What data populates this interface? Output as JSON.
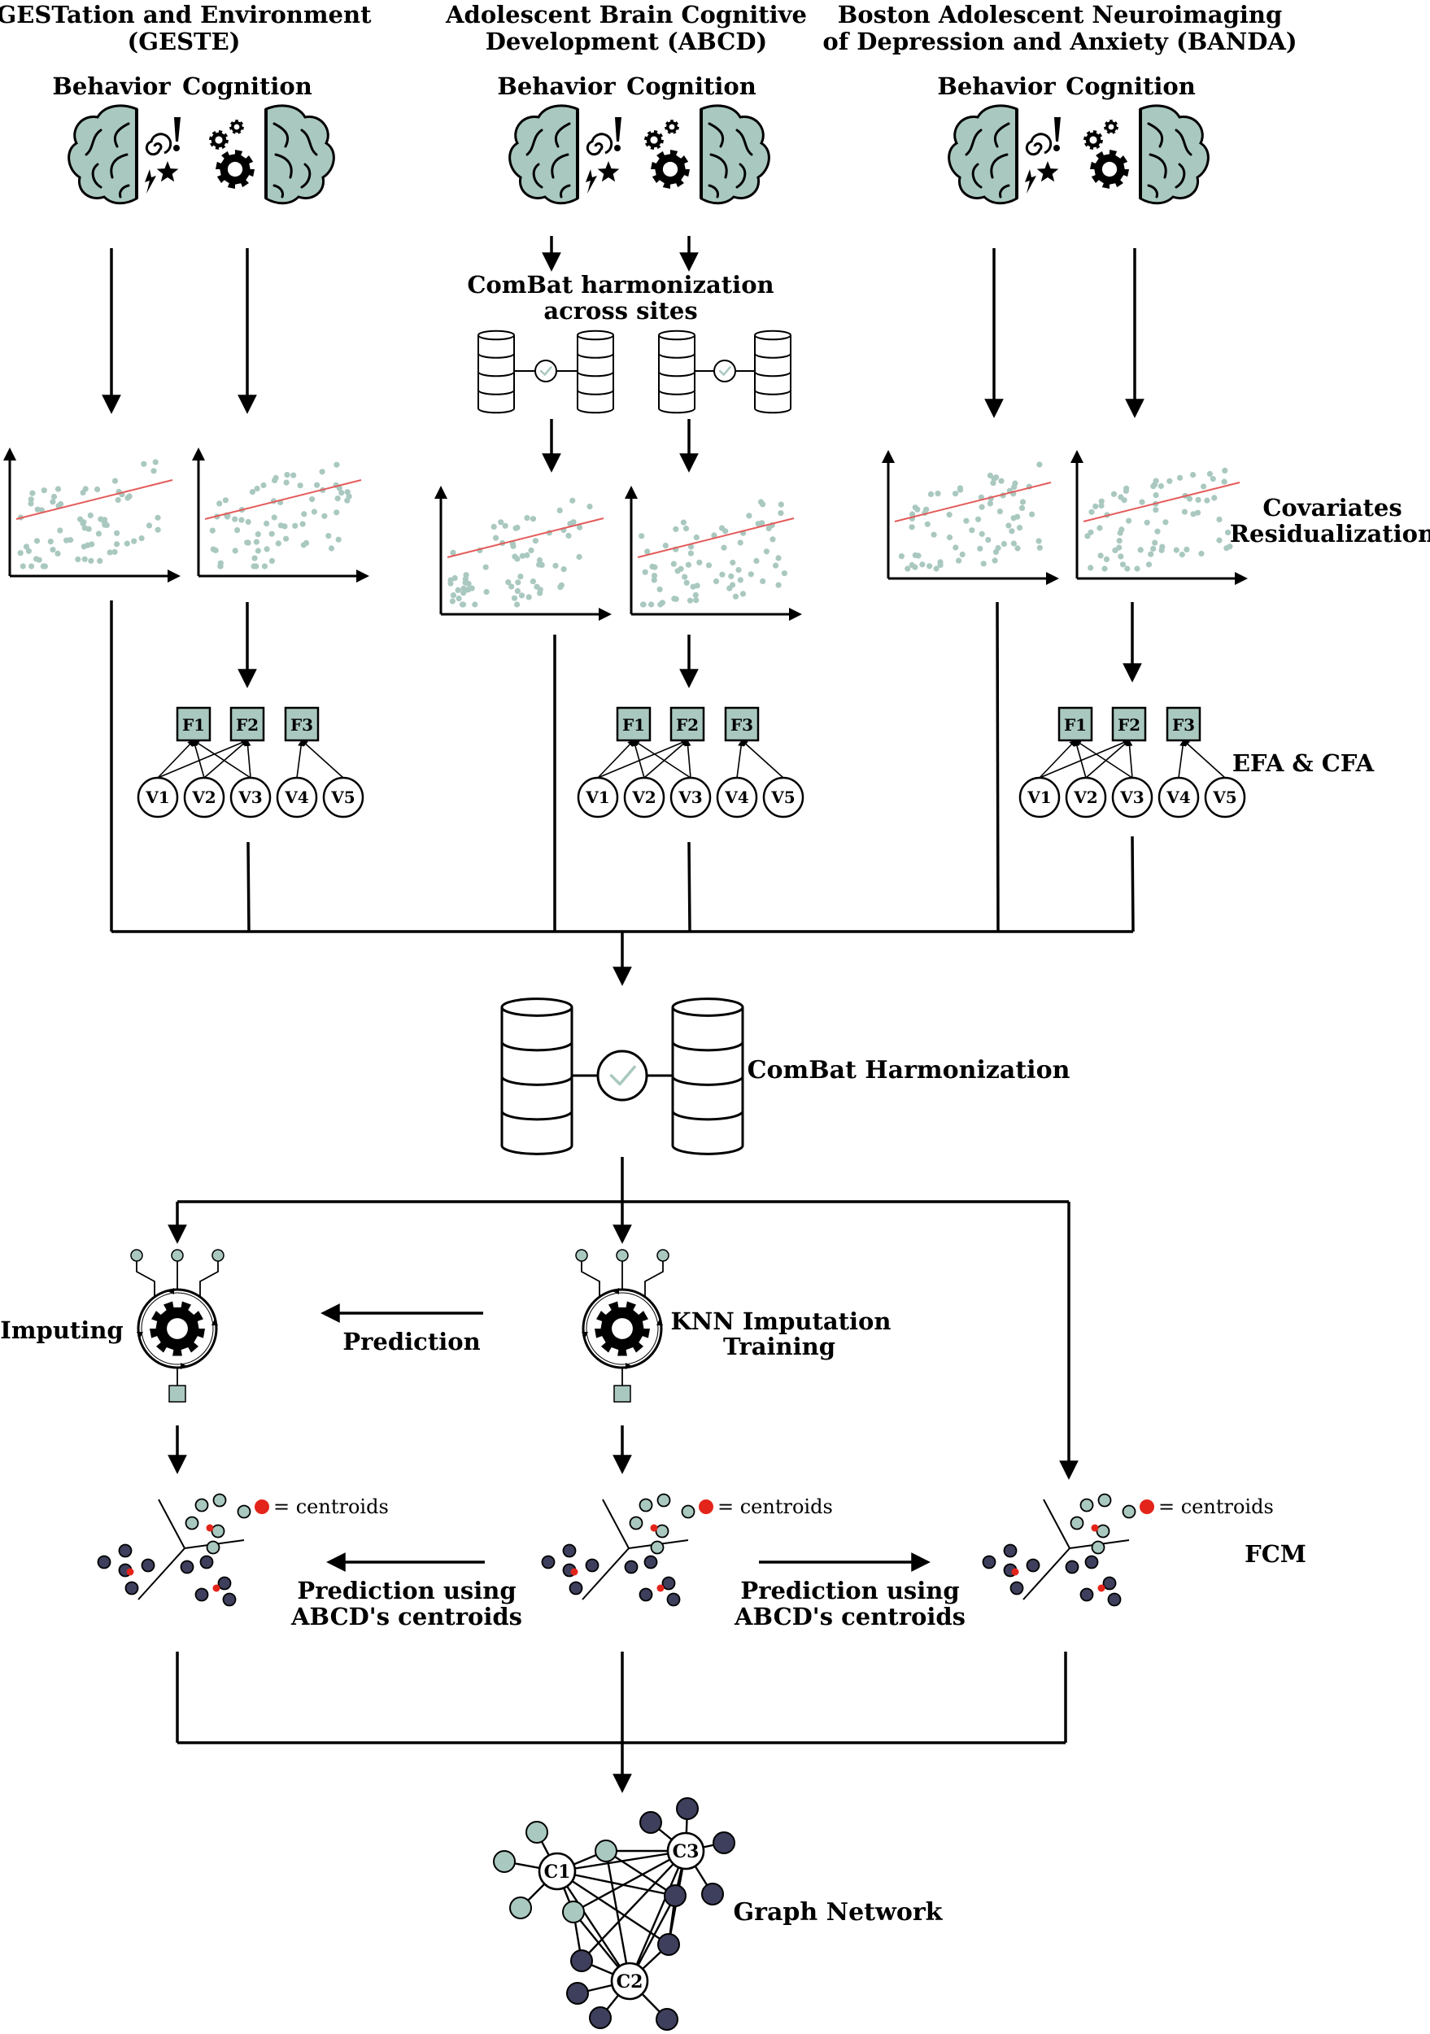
{
  "studies": [
    {
      "title_line1": "GESTation and Environment",
      "title_line2": "(GESTE)",
      "behavior": "Behavior",
      "cognition": "Cognition"
    },
    {
      "title_line1": "Adolescent Brain Cognitive",
      "title_line2": "Development (ABCD)",
      "behavior": "Behavior",
      "cognition": "Cognition"
    },
    {
      "title_line1": "Boston Adolescent Neuroimaging",
      "title_line2": "of Depression and Anxiety (BANDA)",
      "behavior": "Behavior",
      "cognition": "Cognition"
    }
  ],
  "combat_sites": {
    "line1": "ComBat harmonization",
    "line2": "across sites"
  },
  "covariates": {
    "line1": "Covariates",
    "line2": "Residualization"
  },
  "efa_cfa": "EFA & CFA",
  "factors": [
    "F1",
    "F2",
    "F3"
  ],
  "variables": [
    "V1",
    "V2",
    "V3",
    "V4",
    "V5"
  ],
  "combat_main": "ComBat Harmonization",
  "imputing": "Imputing",
  "prediction": "Prediction",
  "knn": {
    "line1": "KNN Imputation",
    "line2": "Training"
  },
  "centroid_legend": "= centroids",
  "prediction_centroids": {
    "line1": "Prediction using",
    "line2": "ABCD's centroids"
  },
  "fcm": "FCM",
  "graph_network": "Graph Network",
  "clusters": [
    "C1",
    "C2",
    "C3"
  ],
  "colors": {
    "teal": "#a9c8c0",
    "navy": "#3d3f5c",
    "red": "#e3241b",
    "trend": "#e55a5a",
    "factor": "#a9c8c0"
  }
}
